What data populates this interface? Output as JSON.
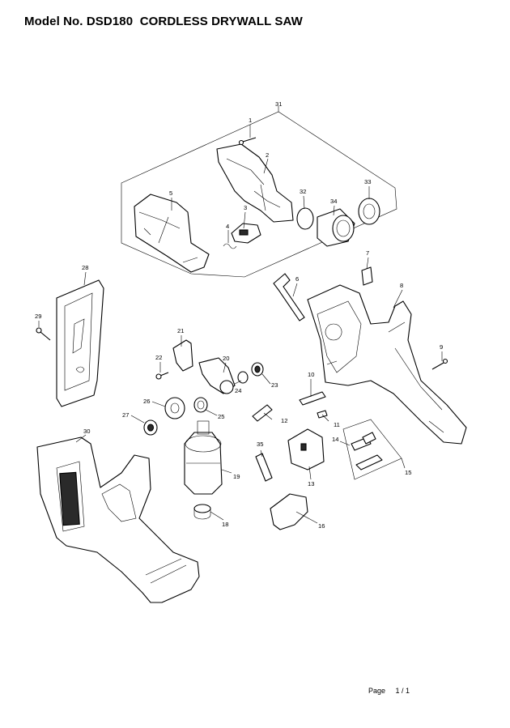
{
  "title": {
    "model_label": "Model No.",
    "model_number": "DSD180",
    "product_name": "CORDLESS DRYWALL SAW"
  },
  "footer": {
    "page_label": "Page",
    "page_value": "1 / 1"
  },
  "callouts": [
    "1",
    "2",
    "3",
    "4",
    "5",
    "6",
    "7",
    "8",
    "9",
    "10",
    "11",
    "12",
    "13",
    "14",
    "15",
    "16",
    "18",
    "19",
    "20",
    "21",
    "22",
    "23",
    "24",
    "25",
    "26",
    "27",
    "28",
    "29",
    "30",
    "31",
    "32",
    "33",
    "34",
    "35"
  ]
}
